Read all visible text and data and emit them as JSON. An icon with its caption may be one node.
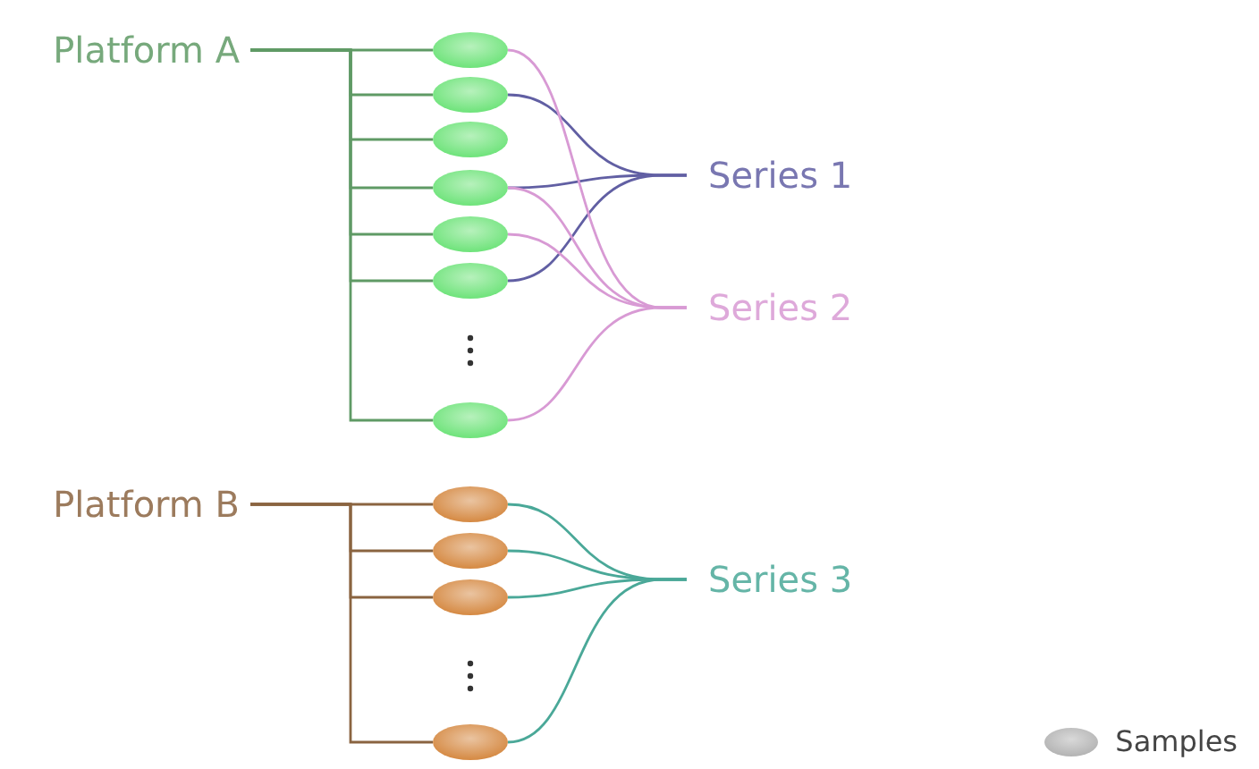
{
  "diagram": {
    "nodes": [
      {
        "text": [
          "Platform A"
        ]
      },
      {
        "text": [],
        "shape": "ellipse"
      },
      {
        "text": [],
        "shape": "ellipse"
      },
      {
        "text": [],
        "shape": "ellipse"
      },
      {
        "text": [],
        "shape": "ellipse"
      },
      {
        "text": [],
        "shape": "ellipse"
      },
      {
        "text": [],
        "shape": "ellipse"
      },
      {
        "text": [],
        "shape": "ellipse"
      },
      {
        "text": [
          "Platform B"
        ]
      },
      {
        "text": [],
        "shape": "ellipse"
      },
      {
        "text": [],
        "shape": "ellipse"
      },
      {
        "text": [],
        "shape": "ellipse"
      },
      {
        "text": [],
        "shape": "ellipse"
      },
      {
        "text": [
          "Series 1"
        ]
      },
      {
        "text": [
          "Series 2"
        ]
      },
      {
        "text": [
          "Series 3"
        ]
      }
    ],
    "edges": [
      {
        "from": 0,
        "to": 1,
        "arrow": "none",
        "color": "#5f9a65"
      },
      {
        "from": 0,
        "to": 2,
        "arrow": "none",
        "color": "#5f9a65"
      },
      {
        "from": 0,
        "to": 3,
        "arrow": "none",
        "color": "#5f9a65"
      },
      {
        "from": 0,
        "to": 4,
        "arrow": "none",
        "color": "#5f9a65"
      },
      {
        "from": 0,
        "to": 5,
        "arrow": "none",
        "color": "#5f9a65"
      },
      {
        "from": 0,
        "to": 6,
        "arrow": "none",
        "color": "#5f9a65"
      },
      {
        "from": 0,
        "to": 7,
        "arrow": "none",
        "color": "#5f9a65"
      },
      {
        "from": 8,
        "to": 9,
        "arrow": "none",
        "color": "#8a6440"
      },
      {
        "from": 8,
        "to": 10,
        "arrow": "none",
        "color": "#8a6440"
      },
      {
        "from": 8,
        "to": 11,
        "arrow": "none",
        "color": "#8a6440"
      },
      {
        "from": 8,
        "to": 12,
        "arrow": "none",
        "color": "#8a6440"
      },
      {
        "from": 2,
        "to": 13,
        "arrow": "none",
        "color": "#615fa3"
      },
      {
        "from": 4,
        "to": 13,
        "arrow": "none",
        "color": "#615fa3"
      },
      {
        "from": 6,
        "to": 13,
        "arrow": "none",
        "color": "#615fa3"
      },
      {
        "from": 1,
        "to": 14,
        "arrow": "none",
        "color": "#d89ad4"
      },
      {
        "from": 4,
        "to": 14,
        "arrow": "none",
        "color": "#d89ad4"
      },
      {
        "from": 5,
        "to": 14,
        "arrow": "none",
        "color": "#d89ad4"
      },
      {
        "from": 7,
        "to": 14,
        "arrow": "none",
        "color": "#d89ad4"
      },
      {
        "from": 9,
        "to": 15,
        "arrow": "none",
        "color": "#4aa898"
      },
      {
        "from": 10,
        "to": 15,
        "arrow": "none",
        "color": "#4aa898"
      },
      {
        "from": 11,
        "to": 15,
        "arrow": "none",
        "color": "#4aa898"
      },
      {
        "from": 12,
        "to": 15,
        "arrow": "none",
        "color": "#4aa898"
      }
    ],
    "legend": [
      {
        "text": "Samples"
      }
    ]
  }
}
